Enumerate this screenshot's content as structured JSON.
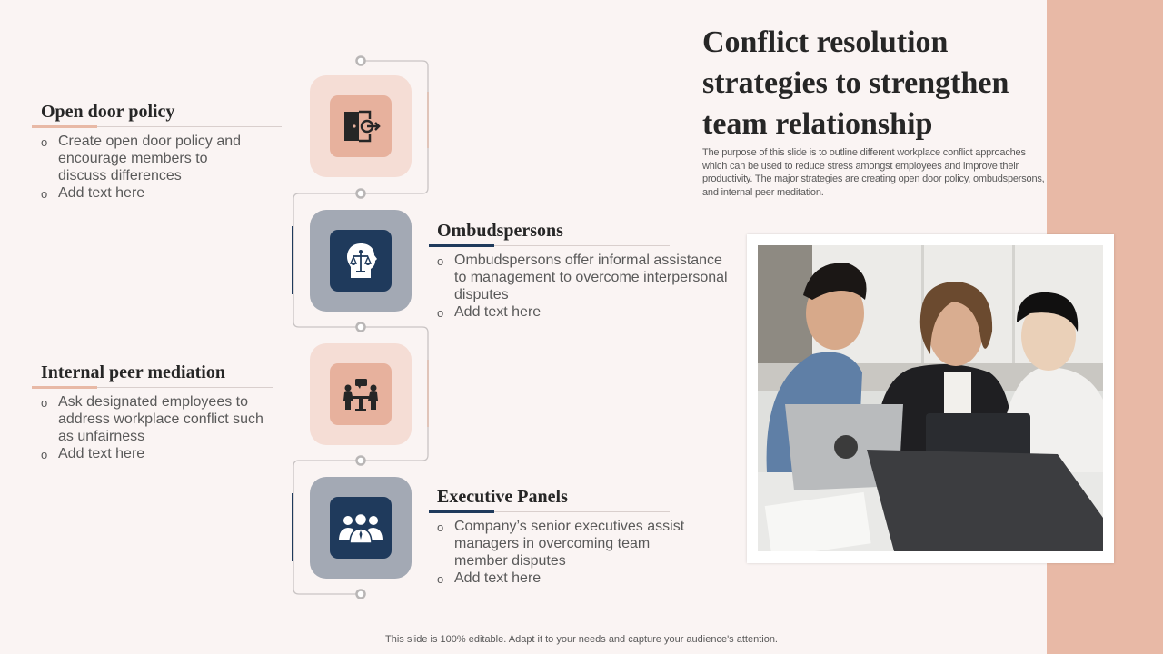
{
  "slide": {
    "title": "Conflict resolution strategies to strengthen team relationship",
    "description": "The purpose of this slide is to outline different workplace conflict approaches which can be used to reduce stress amongst employees and improve their productivity. The major strategies are creating open door policy, ombudspersons, and internal peer meditation.",
    "footer": "This slide is 100% editable. Adapt it to your needs and capture your audience's attention."
  },
  "colors": {
    "background": "#faf4f3",
    "right_band": "#e8b9a6",
    "peach": "#e7b19d",
    "light_peach": "#f5ddd5",
    "navy": "#1f3a5c",
    "gray": "#a3a9b4"
  },
  "strategies": [
    {
      "title": "Open door policy",
      "icon": "open-door-icon",
      "bullets": [
        "Create open door policy and encourage members to discuss differences",
        "Add text here"
      ]
    },
    {
      "title": "Ombudspersons",
      "icon": "head-with-scales-icon",
      "bullets": [
        "Ombudspersons offer informal assistance to management to overcome interpersonal disputes",
        "Add text here"
      ]
    },
    {
      "title": "Internal peer mediation",
      "icon": "meeting-table-icon",
      "bullets": [
        "Ask designated employees to address workplace conflict such as unfairness",
        "Add text here"
      ]
    },
    {
      "title": "Executive Panels",
      "icon": "group-of-people-icon",
      "bullets": [
        "Company’s senior executives assist managers in overcoming team member disputes",
        "Add text here"
      ]
    }
  ],
  "photo": {
    "icon": "team-photo"
  }
}
